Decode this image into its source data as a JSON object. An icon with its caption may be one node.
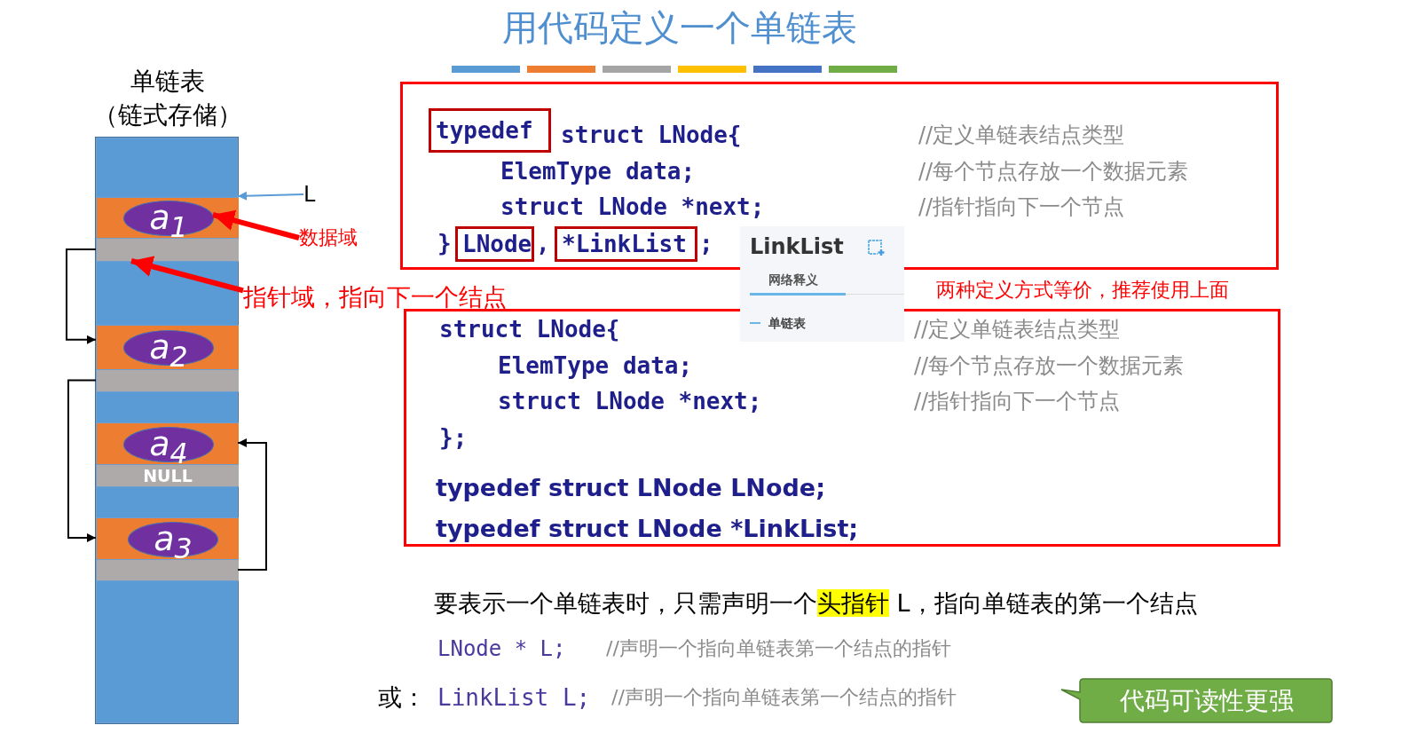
{
  "diagram": {
    "title": "用代码定义一个单链表",
    "nodes": [
      {
        "text": [],
        "shape": "box"
      },
      {
        "text": [],
        "shape": "bar",
        "in": 0
      },
      {
        "text": [
          "a$_{1}$"
        ],
        "in": 1
      },
      {
        "text": [],
        "shape": "bar",
        "in": 0
      },
      {
        "text": [],
        "shape": "bar",
        "in": 0
      },
      {
        "text": [
          "a$_{2}$"
        ],
        "in": 4
      },
      {
        "text": [],
        "shape": "bar",
        "in": 0
      },
      {
        "text": [],
        "shape": "bar",
        "in": 0
      },
      {
        "text": [
          "a$_{4}$"
        ],
        "in": 7
      },
      {
        "text": [
          "NULL"
        ],
        "in": 0
      },
      {
        "text": [],
        "shape": "bar",
        "in": 0
      },
      {
        "text": [
          "a$_{3}$"
        ],
        "in": 10
      },
      {
        "text": [],
        "shape": "bar",
        "in": 0
      },
      {
        "text": [
          "L"
        ]
      },
      {
        "text": [
          "数据域"
        ]
      },
      {
        "text": [
          "指针域，指向下一个结点"
        ]
      },
      {
        "text": [
          "struct LNode{",
          "ElemType data;",
          "struct LNode *next;",
          "}",
          ",",
          ";",
          "//定义单链表结点类型",
          "//每个节点存放一个数据元素",
          "//指针指向下一个节点"
        ]
      },
      {
        "text": [
          "typedef"
        ],
        "in": 16
      },
      {
        "text": [
          "LNode"
        ],
        "in": 16
      },
      {
        "text": [
          "*LinkList"
        ],
        "in": 16
      },
      {
        "text": [
          "struct LNode{",
          "ElemType data;",
          "struct LNode *next;",
          "};",
          "//定义单链表结点类型",
          "//每个节点存放一个数据元素",
          "//指针指向下一个节点",
          "typedef struct LNode LNode;",
          "typedef struct LNode *LinkList;"
        ]
      },
      {
        "text": [
          "LinkList",
          "网络释义",
          "单链表"
        ]
      },
      {
        "text": [
          "代码可读性更强"
        ]
      }
    ],
    "edges": [
      {
        "from": 3,
        "to": 4,
        "arrow": "to"
      },
      {
        "from": 6,
        "to": 10,
        "arrow": "to"
      },
      {
        "from": 12,
        "to": 7,
        "arrow": "to"
      },
      {
        "from": 13,
        "to": 1,
        "arrow": "to",
        "color": "#5b9bd5"
      },
      {
        "from": 14,
        "to": 2,
        "arrow": "to",
        "style": "thick",
        "color": "#ff0000"
      },
      {
        "from": 15,
        "to": 3,
        "arrow": "to",
        "style": "thick",
        "color": "#ff0000"
      }
    ],
    "labels": [
      "单链表",
      "（链式存储）",
      "两种定义方式等价，推荐使用上面",
      "要表示一个单链表时，只需声明一个**头指针** L，指向单链表的第一个结点",
      "LNode * L;",
      "//声明一个指向单链表第一个结点的指针",
      "或：",
      "LinkList L;",
      "//声明一个指向单链表第一个结点的指针"
    ]
  }
}
